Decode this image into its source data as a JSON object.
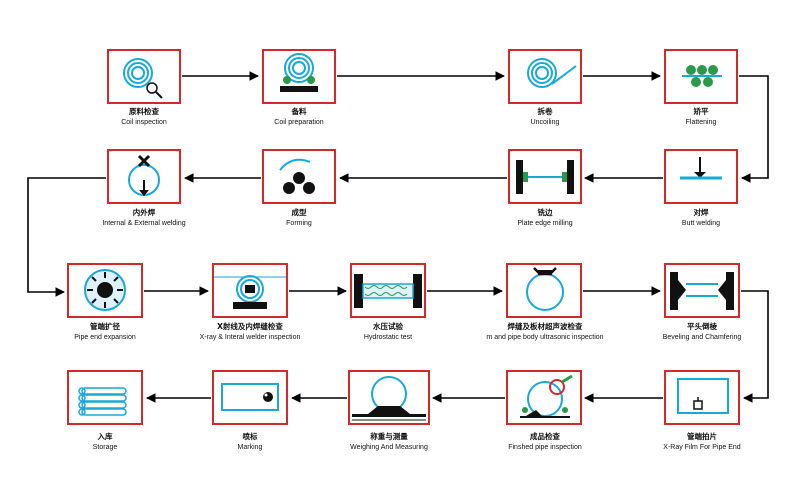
{
  "colors": {
    "box_border": "#d22a2a",
    "pipe_cyan": "#1aa7d9",
    "roll_green": "#2a9a4a",
    "ink": "#111111"
  },
  "steps": [
    {
      "cn": "原料检查",
      "en": "Coil inspection"
    },
    {
      "cn": "备料",
      "en": "Coil preparation"
    },
    {
      "cn": "拆卷",
      "en": "Uncoiling"
    },
    {
      "cn": "矫平",
      "en": "Flattening"
    },
    {
      "cn": "对焊",
      "en": "Butt welding"
    },
    {
      "cn": "铣边",
      "en": "Plate edge milling"
    },
    {
      "cn": "成型",
      "en": "Forming"
    },
    {
      "cn": "内外焊",
      "en": "Internal & External welding"
    },
    {
      "cn": "管端扩径",
      "en": "Pipe end expansion"
    },
    {
      "cn": "X射线及内焊缝检查",
      "en": "X-ray & Interal welder inspection"
    },
    {
      "cn": "水压试验",
      "en": "Hydrostatic test"
    },
    {
      "cn": "焊缝及板材超声波检查",
      "en": "m and pipe body ultrasonic inspection"
    },
    {
      "cn": "平头倒棱",
      "en": "Beveling and Chamfering"
    },
    {
      "cn": "管端拍片",
      "en": "X-Ray Film For Pipe End"
    },
    {
      "cn": "成品检查",
      "en": "Finshed pipe inspection"
    },
    {
      "cn": "称重与测量",
      "en": "Weighing And Measuring"
    },
    {
      "cn": "喷标",
      "en": "Marking"
    },
    {
      "cn": "入库",
      "en": "Storage"
    }
  ]
}
